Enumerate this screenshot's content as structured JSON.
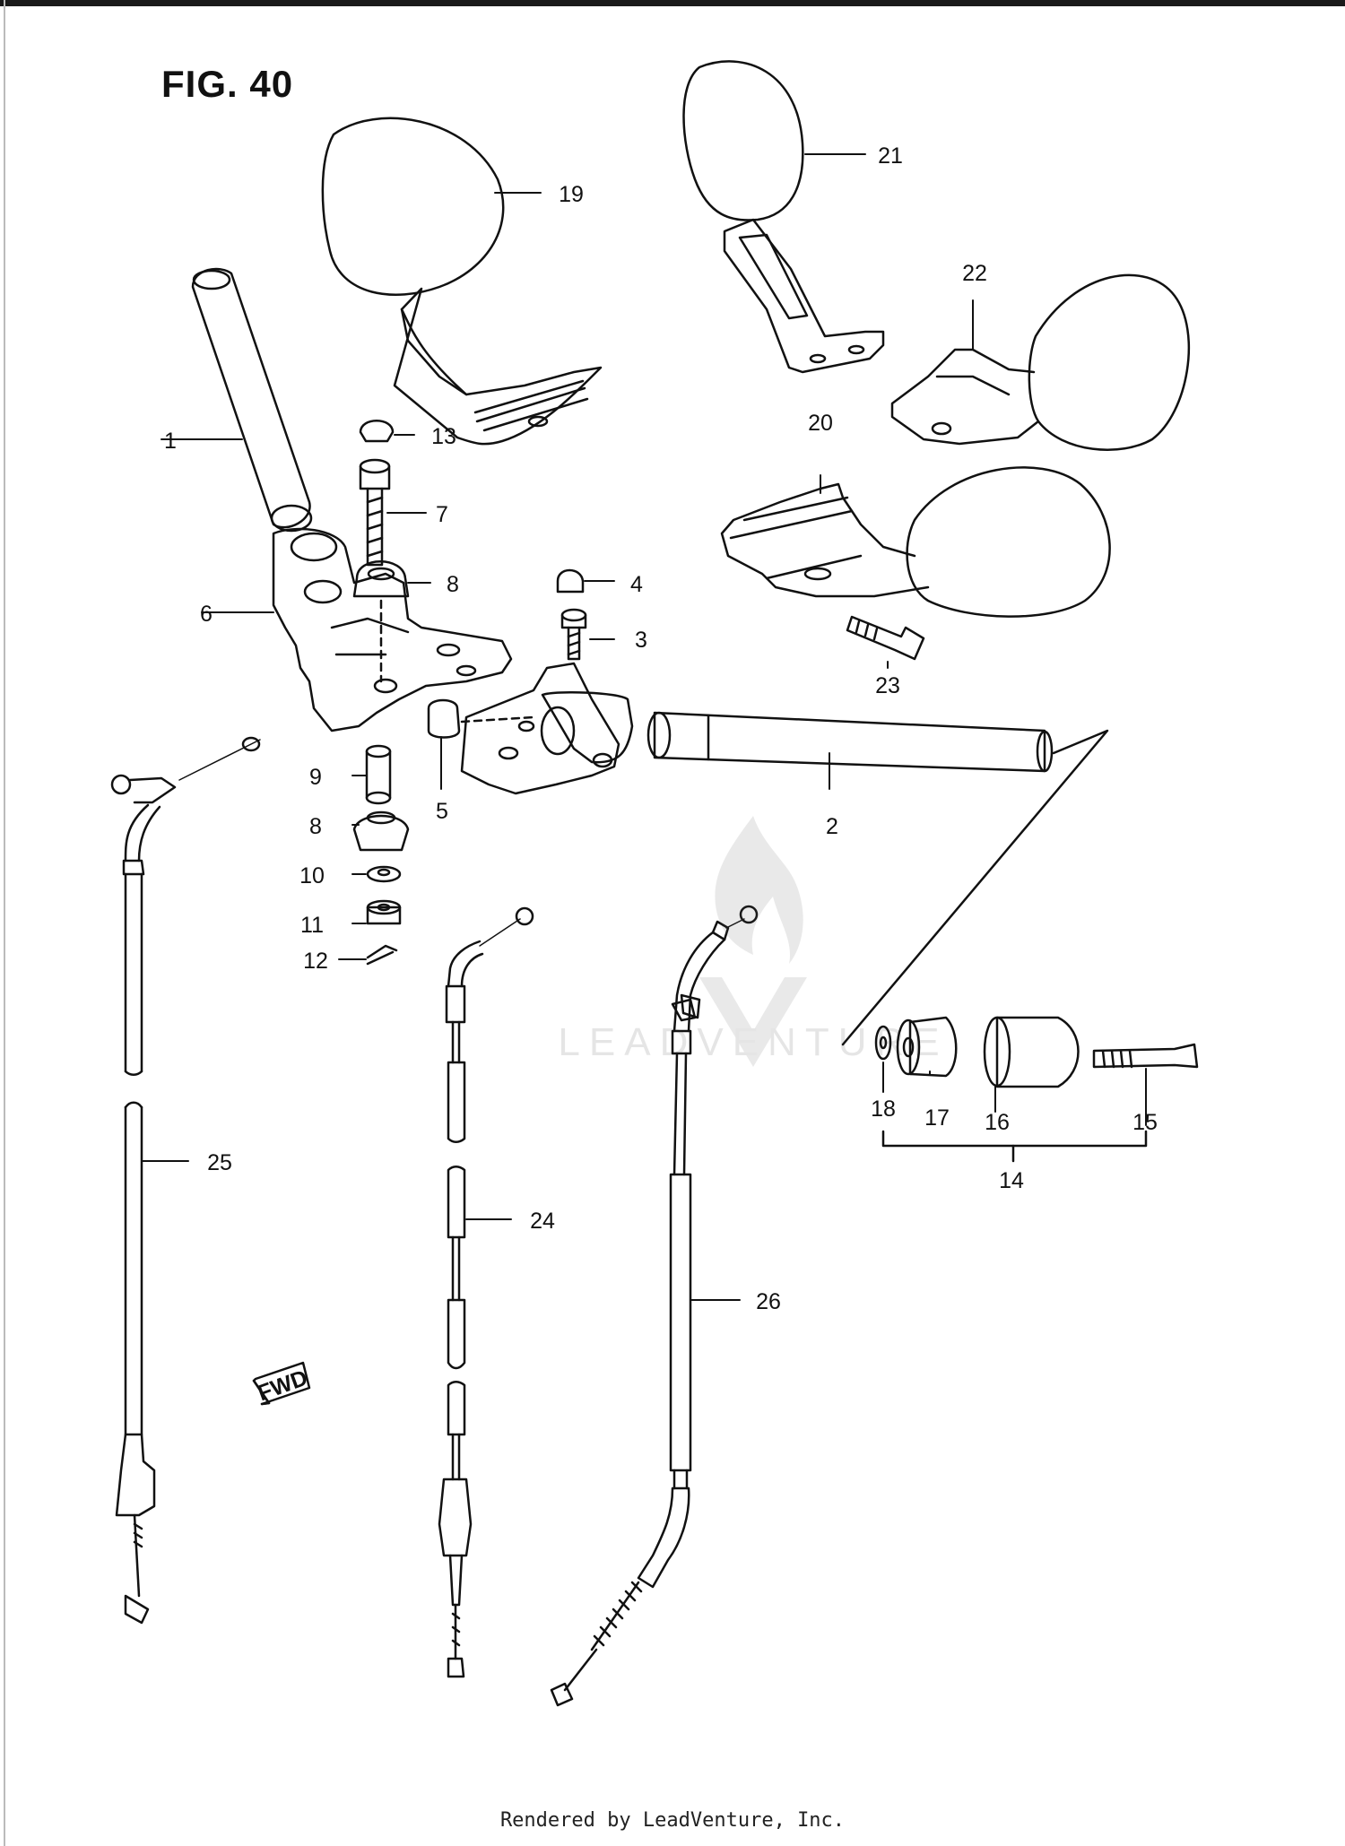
{
  "figure": {
    "title": "FIG. 40"
  },
  "callouts": [
    "1",
    "2",
    "3",
    "4",
    "5",
    "6",
    "7",
    "8",
    "8",
    "9",
    "10",
    "11",
    "12",
    "13",
    "14",
    "15",
    "16",
    "17",
    "18",
    "19",
    "20",
    "21",
    "22",
    "23",
    "24",
    "25",
    "26"
  ],
  "fwd_label": "FWD",
  "watermark": {
    "text": "LEADVENTURE"
  },
  "footer": {
    "text": "Rendered by LeadVenture, Inc."
  }
}
